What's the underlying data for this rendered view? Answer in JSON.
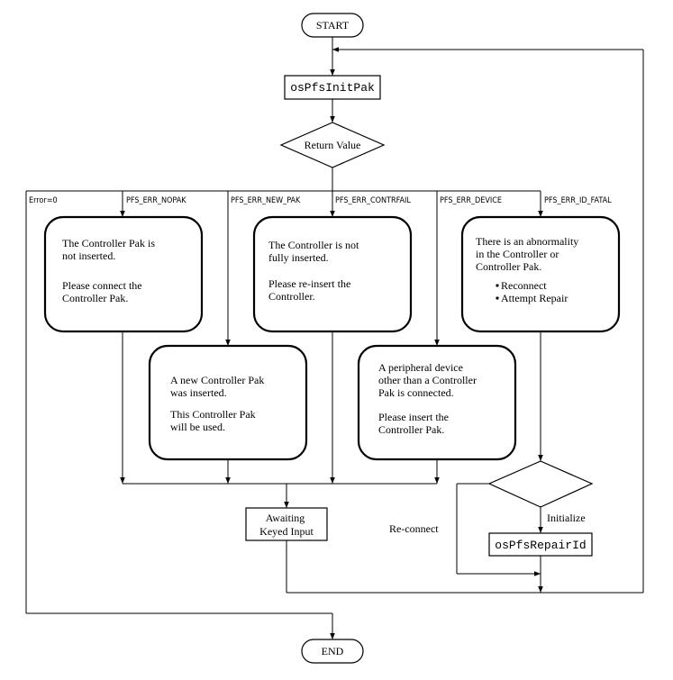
{
  "nodes": {
    "start": "START",
    "end": "END",
    "init_pak": "osPfsInitPak",
    "return_value": "Return  Value",
    "repair_id": "osPfsRepairId",
    "awaiting": [
      "Awaiting",
      "Keyed Input"
    ]
  },
  "branches": {
    "error0": "Error=0",
    "nopak": "PFS_ERR_NOPAK",
    "new_pak": "PFS_ERR_NEW_PAK",
    "contrfail": "PFS_ERR_CONTRFAIL",
    "device": "PFS_ERR_DEVICE",
    "id_fatal": "PFS_ERR_ID_FATAL"
  },
  "messages": {
    "nopak": [
      "The Controller Pak is",
      "not inserted.",
      "",
      "Please connect the",
      "Controller  Pak."
    ],
    "contrfail": [
      "The Controller is not",
      "fully inserted.",
      "",
      "Please re-insert the",
      "Controller."
    ],
    "id_fatal": [
      "There is an abnormality",
      "in the Controller or",
      "Controller  Pak."
    ],
    "id_fatal_bullets": [
      "Reconnect",
      "Attempt  Repair"
    ],
    "new_pak": [
      "A  new Controller Pak",
      "was inserted.",
      "",
      "This Controller Pak",
      "will be used."
    ],
    "device": [
      "A  peripheral device",
      "other than a Controller",
      "Pak is connected.",
      "",
      "Please insert the",
      "Controller  Pak."
    ]
  },
  "edges": {
    "initialize": "Initialize",
    "reconnect": "Re-connect"
  }
}
